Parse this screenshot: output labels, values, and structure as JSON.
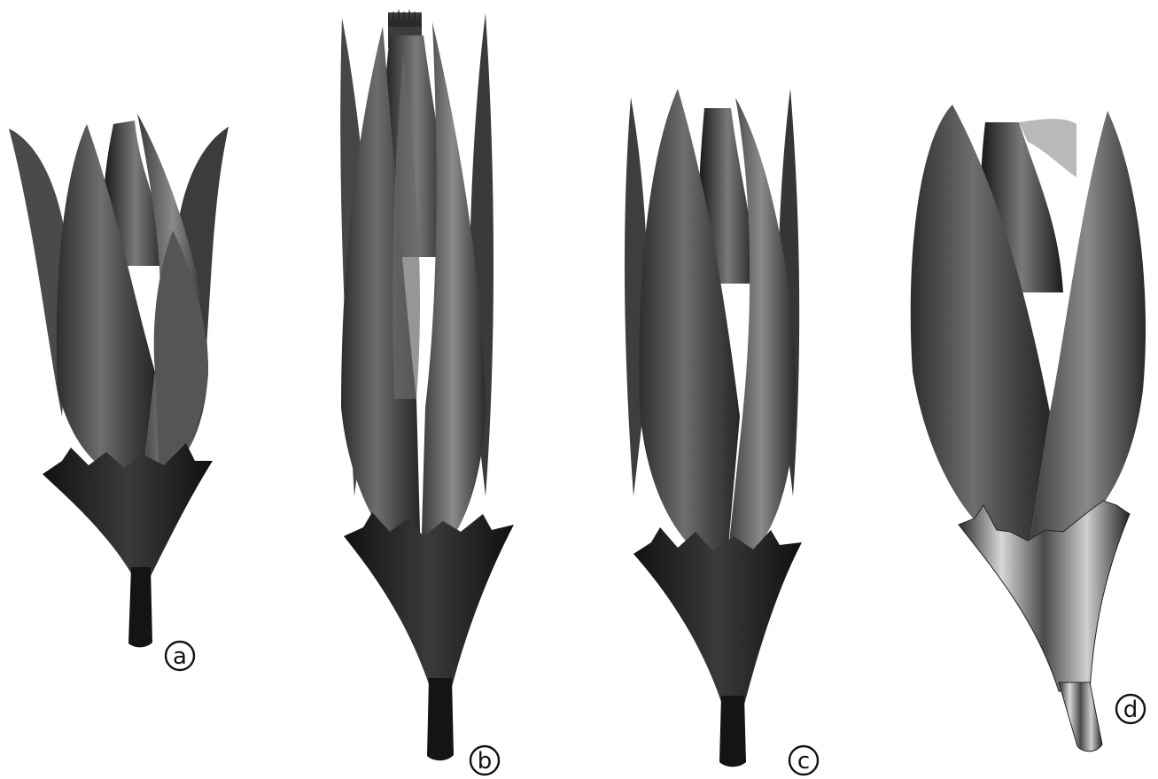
{
  "figure": {
    "panels": [
      {
        "id": "a",
        "label": "a"
      },
      {
        "id": "b",
        "label": "b"
      },
      {
        "id": "c",
        "label": "c"
      },
      {
        "id": "d",
        "label": "d"
      }
    ]
  },
  "colors": {
    "background": "#ffffff",
    "petal_dark": "#2e2e2e",
    "petal_mid": "#5a5a5a",
    "petal_light": "#9a9a9a",
    "calyx": "#1c1c1c",
    "stem": "#141414",
    "label_stroke": "#111111"
  }
}
